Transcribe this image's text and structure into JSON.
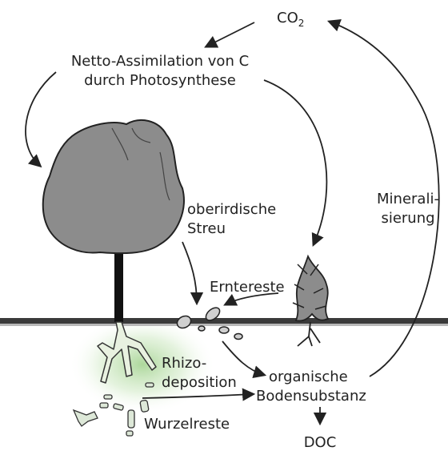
{
  "co2": {
    "base": "CO",
    "sub": "2"
  },
  "photosynthesis": {
    "line1": "Netto-Assimilation von C",
    "line2": "durch Photosynthese"
  },
  "litter": {
    "line1": "oberirdische",
    "line2": "Streu"
  },
  "mineralization": {
    "line1": "Minerali-",
    "line2": "sierung"
  },
  "crop_residue": "Erntereste",
  "rhizodeposition": {
    "line1": "Rhizo-",
    "line2": "deposition"
  },
  "som": {
    "line1": "organische",
    "line2": "Bodensubstanz"
  },
  "root_residue": "Wurzelreste",
  "doc": "DOC",
  "colors": {
    "tree": "#8c8c8c",
    "ink": "#222222",
    "glow": "#9ed08a",
    "ground": "#3a3a3a"
  }
}
